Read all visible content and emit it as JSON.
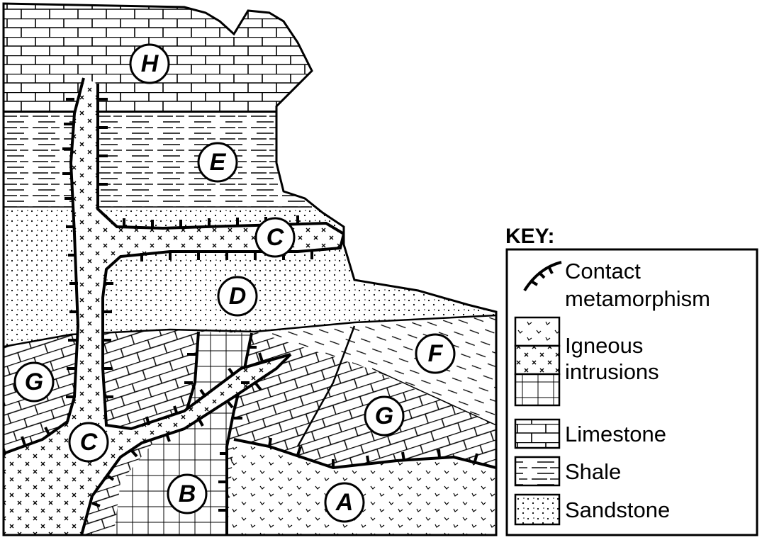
{
  "labels": {
    "H": "H",
    "E": "E",
    "C": "C",
    "D": "D",
    "F": "F",
    "G": "G",
    "B": "B",
    "A": "A"
  },
  "key": {
    "title": "KEY:",
    "contact_metamorphism_line1": "Contact",
    "contact_metamorphism_line2": "metamorphism",
    "igneous_line1": "Igneous",
    "igneous_line2": "intrusions",
    "limestone": "Limestone",
    "shale": "Shale",
    "sandstone": "Sandstone"
  }
}
